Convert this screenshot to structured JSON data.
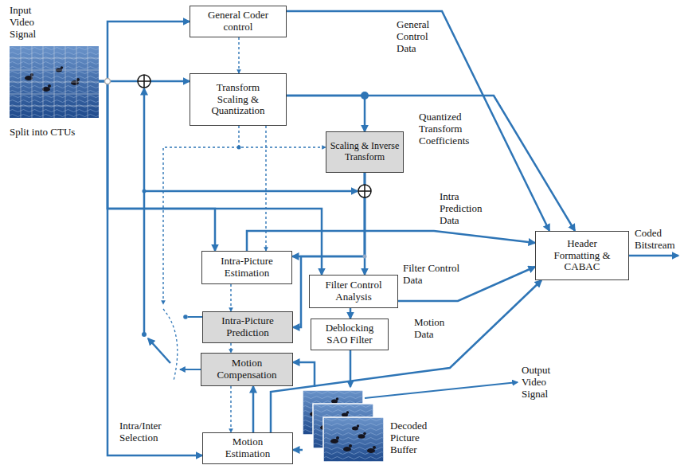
{
  "diagram": {
    "nodes": [
      {
        "text": [
          "Input Video Signal",
          "Split into CTUs"
        ]
      },
      {
        "text": [
          "General Coder control"
        ]
      },
      {
        "text": [
          "Transform Scaling & Quantization"
        ]
      },
      {
        "text": [
          "Scaling & Inverse Transform"
        ]
      },
      {
        "text": [
          "Intra-Picture Estimation"
        ]
      },
      {
        "text": [
          "Filter Control Analysis"
        ]
      },
      {
        "text": [
          "Intra-Picture Prediction"
        ]
      },
      {
        "text": [
          "Deblocking SAO Filter"
        ]
      },
      {
        "text": [
          "Motion Compensation"
        ]
      },
      {
        "text": [
          "Motion Estimation"
        ]
      },
      {
        "text": [
          "Decoded Picture Buffer"
        ]
      },
      {
        "text": [
          "Header Formatting & CABAC"
        ]
      }
    ],
    "edges": [
      {
        "from": 0,
        "to": 1,
        "arrow": "to"
      },
      {
        "from": 0,
        "to": 2,
        "arrow": "to"
      },
      {
        "from": 0,
        "to": 4,
        "arrow": "to"
      },
      {
        "from": 0,
        "to": 5,
        "arrow": "to"
      },
      {
        "from": 0,
        "to": 9,
        "arrow": "to"
      },
      {
        "from": 1,
        "to": 2,
        "arrow": "to"
      },
      {
        "from": 1,
        "to": 11,
        "label": "General Control Data",
        "arrow": "to"
      },
      {
        "from": 2,
        "to": 3,
        "arrow": "to"
      },
      {
        "from": 2,
        "to": 3,
        "arrow": "to"
      },
      {
        "from": 2,
        "to": 4,
        "arrow": "to"
      },
      {
        "from": 2,
        "to": 11,
        "label": "Quantized Transform Coefficients",
        "arrow": "to"
      },
      {
        "from": 3,
        "to": 5,
        "arrow": "to"
      },
      {
        "from": 3,
        "to": 4,
        "arrow": "to"
      },
      {
        "from": 3,
        "to": 6,
        "arrow": "to"
      },
      {
        "from": 4,
        "to": 11,
        "label": "Intra Prediction Data",
        "arrow": "to"
      },
      {
        "from": 4,
        "to": 6,
        "arrow": "to"
      },
      {
        "from": 5,
        "to": 7,
        "arrow": "to"
      },
      {
        "from": 5,
        "to": 11,
        "label": "Filter Control Data",
        "arrow": "to"
      },
      {
        "from": 6,
        "to": 8,
        "arrow": "to"
      },
      {
        "from": 7,
        "to": 10,
        "arrow": "to"
      },
      {
        "from": 10,
        "to": 8,
        "arrow": "to"
      },
      {
        "from": 10,
        "to": 9,
        "arrow": "to"
      },
      {
        "from": 9,
        "to": 8,
        "arrow": "to"
      },
      {
        "from": 8,
        "to": 9,
        "arrow": "to"
      },
      {
        "from": 9,
        "to": 11,
        "label": "Motion Data",
        "arrow": "to"
      }
    ],
    "labels": [
      "Coded Bitstream",
      "Output Video Signal",
      "Intra/Inter Selection"
    ]
  }
}
